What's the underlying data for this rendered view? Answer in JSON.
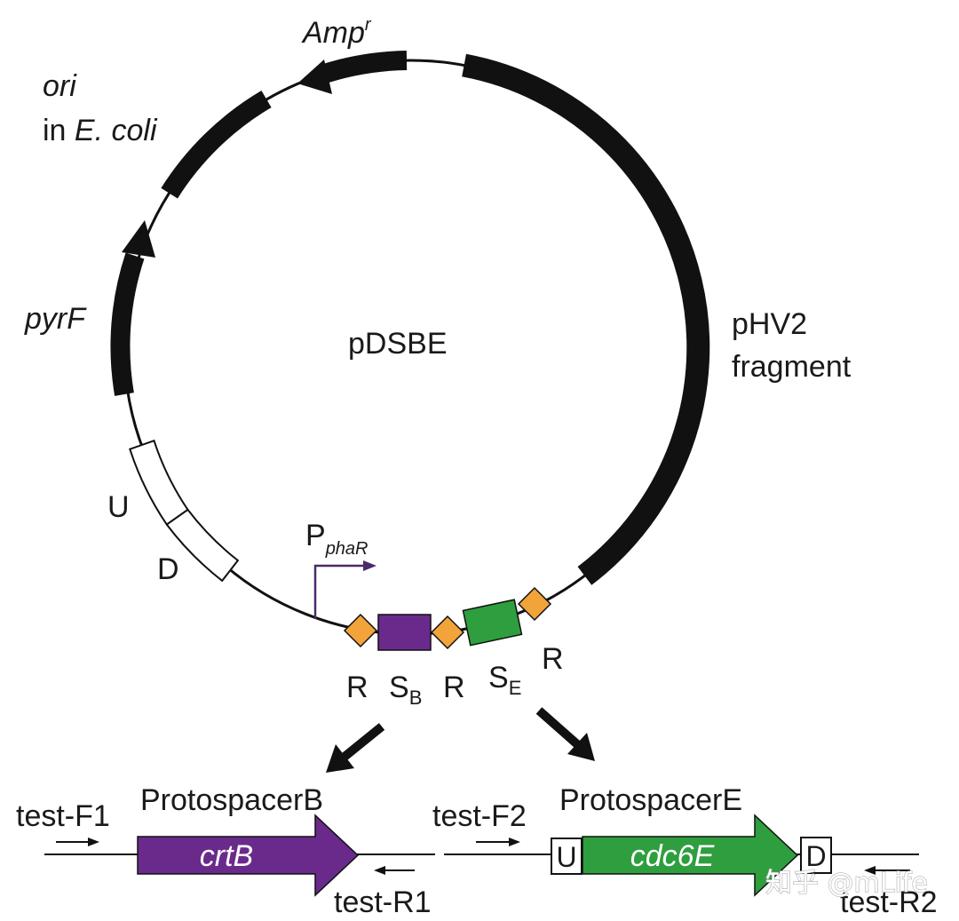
{
  "plasmid_name": "pDSBE",
  "labels": {
    "amp": "Amp",
    "amp_sup": "r",
    "ori_line1": "ori",
    "ori_line2_prefix": "in ",
    "ori_line2_italic": "E. coli",
    "pyrf": "pyrF",
    "phv2_line1": "pHV2",
    "phv2_line2": "fragment",
    "u": "U",
    "d": "D",
    "promoter_main": "P",
    "promoter_sub": "phaR",
    "r1": "R",
    "sb_main": "S",
    "sb_sub": "B",
    "r2": "R",
    "se_main": "S",
    "se_sub": "E",
    "r3": "R"
  },
  "constructs": {
    "left": {
      "title": "ProtospacerB",
      "gene": "crtB",
      "primer_f": "test-F1",
      "primer_r": "test-R1"
    },
    "right": {
      "title": "ProtospacerE",
      "gene": "cdc6E",
      "box_u": "U",
      "box_d": "D",
      "primer_f": "test-F2",
      "primer_r": "test-R2"
    }
  },
  "watermark": "知乎 @mLife",
  "colors": {
    "black": "#111111",
    "purple": "#6a2a8c",
    "green": "#2e9e3e",
    "orange": "#f2a33a",
    "promoter": "#4a2a6a"
  }
}
